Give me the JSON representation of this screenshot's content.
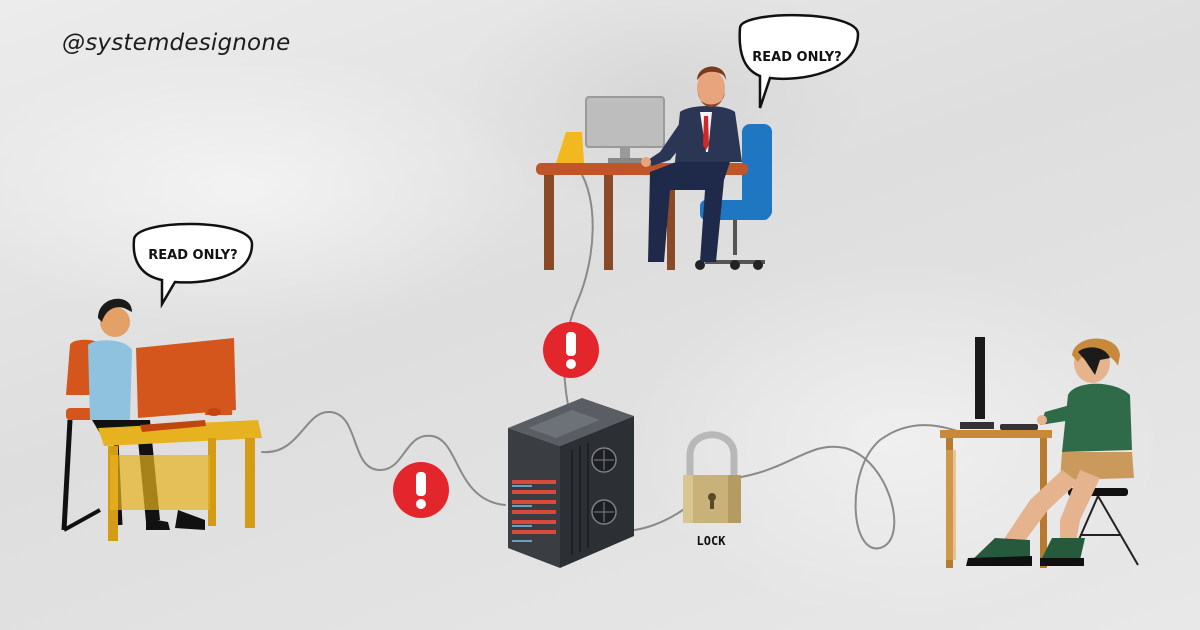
{
  "header": {
    "handle": "@systemdesignone"
  },
  "bubbles": {
    "top_user": "READ ONLY?",
    "left_user": "READ ONLY?"
  },
  "lock": {
    "label": "LOCK"
  },
  "icons": {
    "alert": "exclamation-alert-icon",
    "padlock": "padlock-icon",
    "server": "server-tower-icon"
  },
  "colors": {
    "alert_red": "#e2262b",
    "desk_orange": "#d4561c",
    "desk_yellow": "#e7b21f",
    "cable": "#888888",
    "server": "#3a3d42",
    "padlock_gold": "#c8b27a"
  }
}
